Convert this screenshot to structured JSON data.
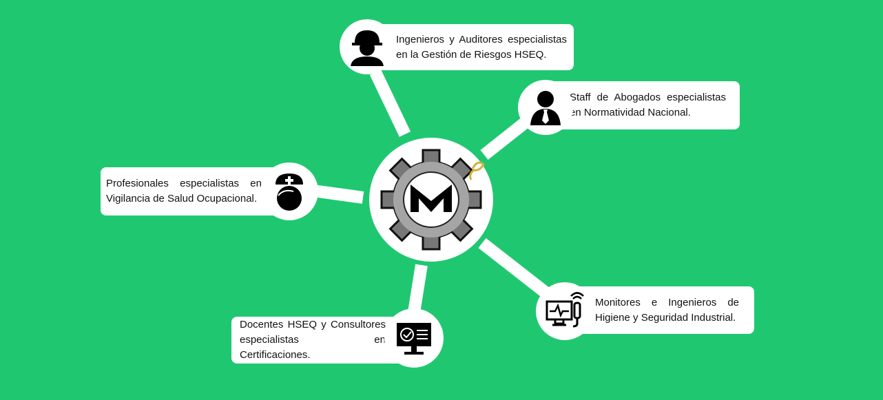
{
  "diagram": {
    "center_logo": "M",
    "nodes": [
      {
        "id": "ingenieros",
        "icon": "hard-hat-worker-icon",
        "text": "Ingenieros y Auditores especialistas en la Gestión de Riesgos HSEQ."
      },
      {
        "id": "abogados",
        "icon": "lawyer-icon",
        "text": "Staff de Abogados especialistas en Normatividad Nacional."
      },
      {
        "id": "salud",
        "icon": "nurse-icon",
        "text": "Profesionales especialistas en Vigilancia de Salud Ocupacional."
      },
      {
        "id": "docentes",
        "icon": "monitor-check-icon",
        "text": "Docentes HSEQ y Consultores especialistas en Certificaciones."
      },
      {
        "id": "monitores",
        "icon": "monitoring-equipment-icon",
        "text": "Monitores e Ingenieros de Higiene y Seguridad Industrial."
      }
    ]
  },
  "colors": {
    "background": "#1fc870",
    "panel": "#ffffff"
  }
}
